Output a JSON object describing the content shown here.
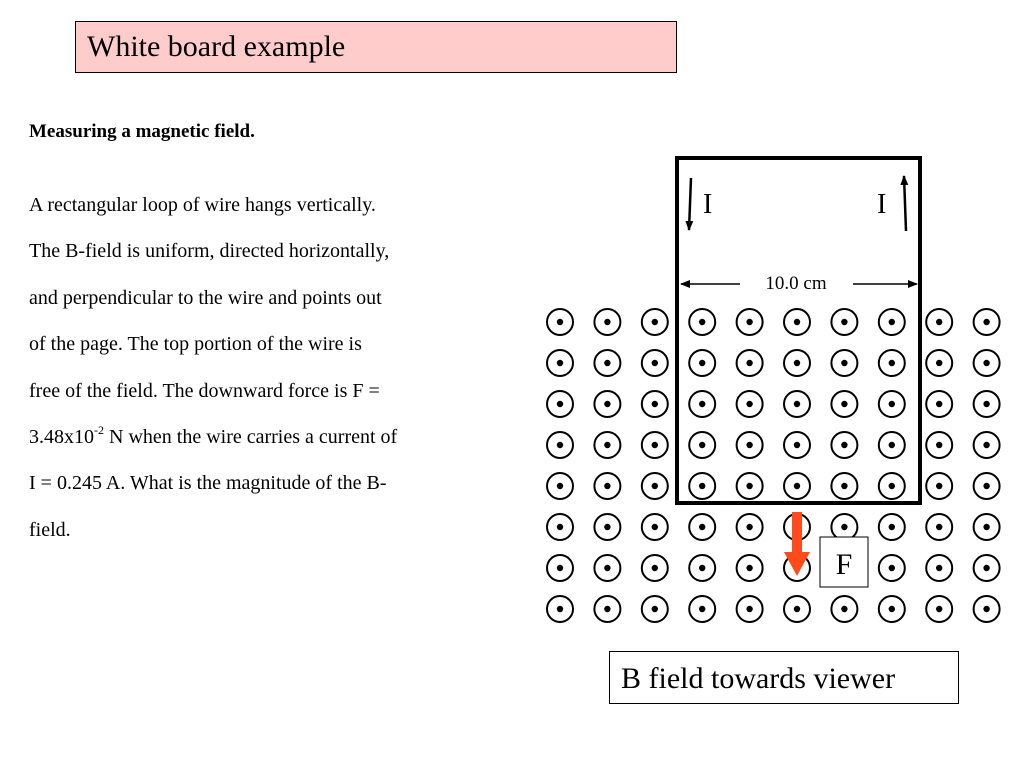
{
  "slide": {
    "title": "White board example",
    "heading": "Measuring a magnetic field.",
    "problem": {
      "line1": "A rectangular loop of wire hangs vertically.",
      "line2": "The B-field is uniform, directed horizontally,",
      "line3": "and perpendicular to the wire and points out",
      "line4": "of the page.  The top portion of the wire is",
      "line5": "free of the field.  The downward force is F =",
      "line6_base": "3.48x10",
      "line6_exp": "-2",
      "line6_rest": " N when the wire carries a current of",
      "line7": "I = 0.245 A.  What is the magnitude of the B-",
      "line8": "field."
    }
  },
  "diagram": {
    "current_left_label": "I",
    "current_right_label": "I",
    "width_label": "10.0 cm",
    "force_label": "F",
    "field_caption": "B field towards viewer",
    "field_symbol": "dot-in-circle (out of page)",
    "field_grid": {
      "rows": 8,
      "cols": 10
    },
    "colors": {
      "title_bg": "#ffcccc",
      "force_arrow": "#ff4a1c",
      "wire": "#000000"
    }
  }
}
